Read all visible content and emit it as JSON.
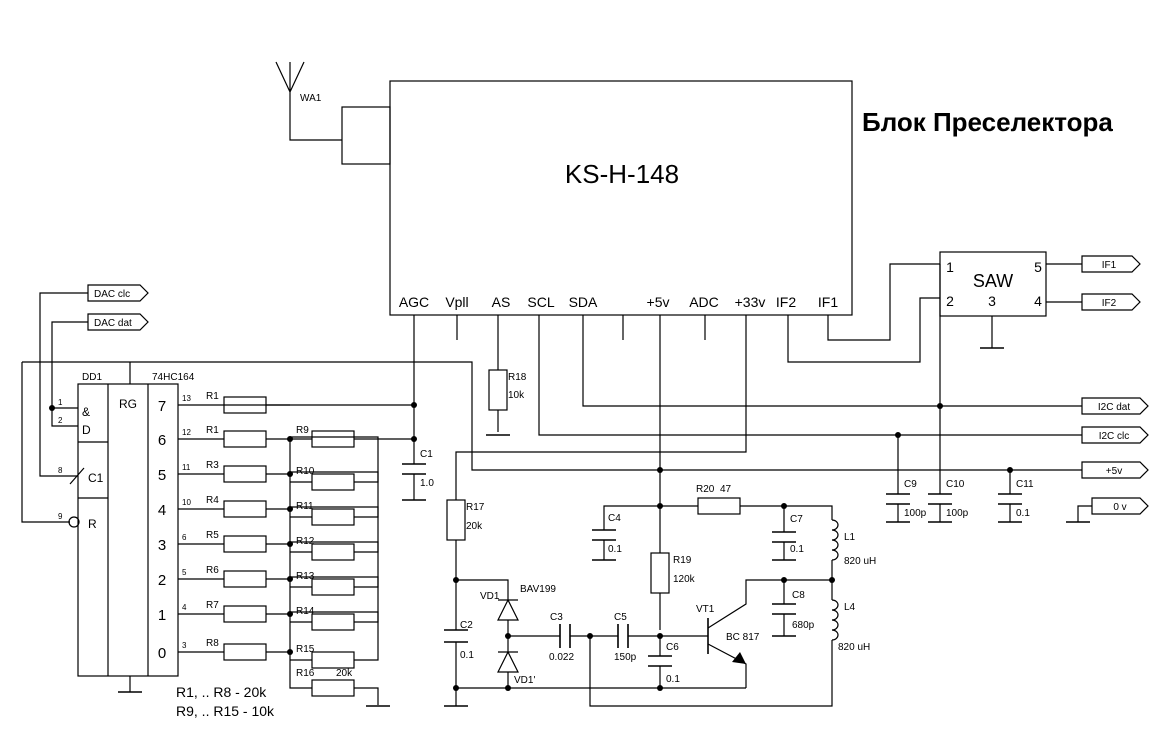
{
  "title": "Блок Преселектора",
  "tuner": {
    "name": "KS-H-148",
    "pins": [
      "AGC",
      "Vpll",
      "AS",
      "SCL",
      "SDA",
      "+5v",
      "ADC",
      "+33v",
      "IF2",
      "IF1"
    ]
  },
  "antenna": "WA1",
  "saw": {
    "name": "SAW",
    "pins": [
      "1",
      "2",
      "3",
      "4",
      "5"
    ]
  },
  "connectors": {
    "if1": "IF1",
    "if2": "IF2",
    "dac_clk": "DAC clc",
    "dac_dat": "DAC dat",
    "i2c_dat": "I2C dat",
    "i2c_clk": "I2C clc",
    "p5v": "+5v",
    "gnd": "0 v"
  },
  "register": {
    "ref": "DD1",
    "part": "74HC164",
    "func": "RG",
    "in_and": "&",
    "in_d": "D",
    "in_clk": "C1",
    "in_r": "R",
    "in_pins": [
      "1",
      "2",
      "8",
      "9"
    ],
    "out_labels": [
      "7",
      "6",
      "5",
      "4",
      "3",
      "2",
      "1",
      "0"
    ],
    "out_pins": [
      "13",
      "12",
      "11",
      "10",
      "6",
      "5",
      "4",
      "3"
    ]
  },
  "resistor_refs": {
    "series": [
      "R1",
      "R1",
      "R3",
      "R4",
      "R5",
      "R6",
      "R7",
      "R8"
    ],
    "ladder": [
      "R9",
      "R10",
      "R11",
      "R12",
      "R13",
      "R14",
      "R15"
    ],
    "r16": "R16",
    "r16_val": "20k"
  },
  "notes": [
    "R1, .. R8  - 20k",
    "R9, .. R15 - 10k"
  ],
  "parts": {
    "c1": "C1",
    "c1_val": "1.0",
    "r18": "R18",
    "r18_val": "10k",
    "r17": "R17",
    "r17_val": "20k",
    "c2": "C2",
    "c2_val": "0.1",
    "vd1": "VD1",
    "vd1_type": "BAV199",
    "vd1b": "VD1'",
    "c3": "C3",
    "c3_val": "0.022",
    "c4": "C4",
    "c4_val": "0.1",
    "c5": "C5",
    "c5_val": "150p",
    "r19": "R19",
    "r19_val": "120k",
    "c6": "C6",
    "c6_val": "0.1",
    "r20": "R20",
    "r20_val": "47",
    "c7": "C7",
    "c7_val": "0.1",
    "l1": "L1",
    "l1_val": "820 uH",
    "vt1": "VT1",
    "vt1_type": "BC 817",
    "c8": "C8",
    "c8_val": "680p",
    "l4": "L4",
    "l4_val": "820 uH",
    "c9": "C9",
    "c9_val": "100p",
    "c10": "C10",
    "c10_val": "100p",
    "c11": "C11",
    "c11_val": "0.1"
  }
}
